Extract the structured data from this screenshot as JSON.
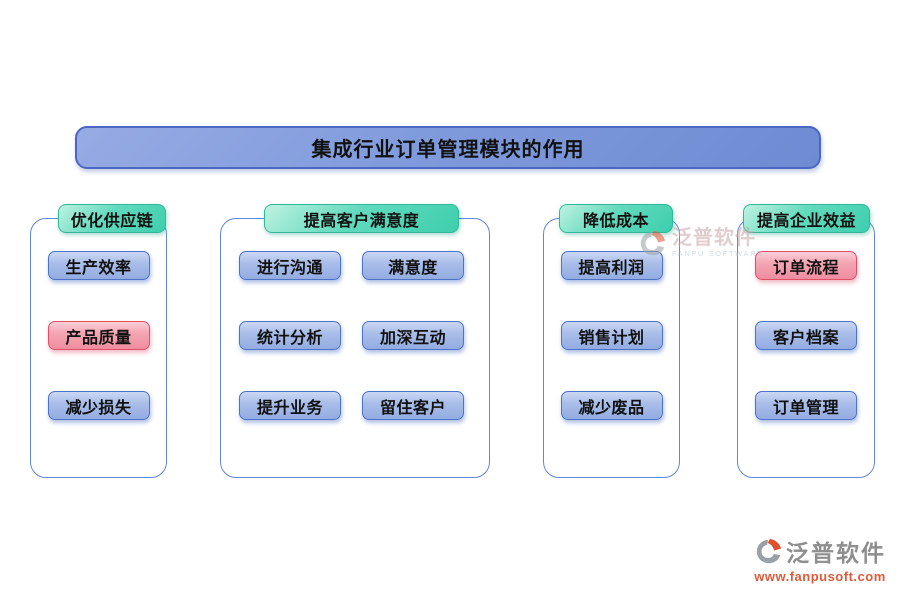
{
  "title": "集成行业订单管理模块的作用",
  "columns": [
    {
      "header": "优化供应链",
      "items": [
        {
          "label": "生产效率",
          "variant": "blue"
        },
        {
          "label": "产品质量",
          "variant": "red"
        },
        {
          "label": "减少损失",
          "variant": "blue"
        }
      ]
    },
    {
      "header": "提高客户满意度",
      "items": [
        {
          "label": "进行沟通",
          "variant": "blue"
        },
        {
          "label": "满意度",
          "variant": "blue"
        },
        {
          "label": "统计分析",
          "variant": "blue"
        },
        {
          "label": "加深互动",
          "variant": "blue"
        },
        {
          "label": "提升业务",
          "variant": "blue"
        },
        {
          "label": "留住客户",
          "variant": "blue"
        }
      ]
    },
    {
      "header": "降低成本",
      "items": [
        {
          "label": "提高利润",
          "variant": "blue"
        },
        {
          "label": "销售计划",
          "variant": "blue"
        },
        {
          "label": "减少废品",
          "variant": "blue"
        }
      ]
    },
    {
      "header": "提高企业效益",
      "items": [
        {
          "label": "订单流程",
          "variant": "red"
        },
        {
          "label": "客户档案",
          "variant": "blue"
        },
        {
          "label": "订单管理",
          "variant": "blue"
        }
      ]
    }
  ],
  "watermark": {
    "brand": "泛普软件",
    "sub": "FANPU SOFTWARE"
  },
  "footer": {
    "brand": "泛普软件",
    "url": "www.fanpusoft.com"
  },
  "colors": {
    "banner_fill": "#7d97d9",
    "banner_border": "#4b67c1",
    "badge_fill": "#3ecfae",
    "badge_border": "#30b897",
    "panel_border": "#6186dd",
    "blue_item_fill": "#a5bce7",
    "blue_item_border": "#4d72c6",
    "red_item_fill": "#f096a7",
    "red_item_border": "#e14f67",
    "url_text": "#e05a3a",
    "footer_brand_text": "#8e8e8e"
  }
}
